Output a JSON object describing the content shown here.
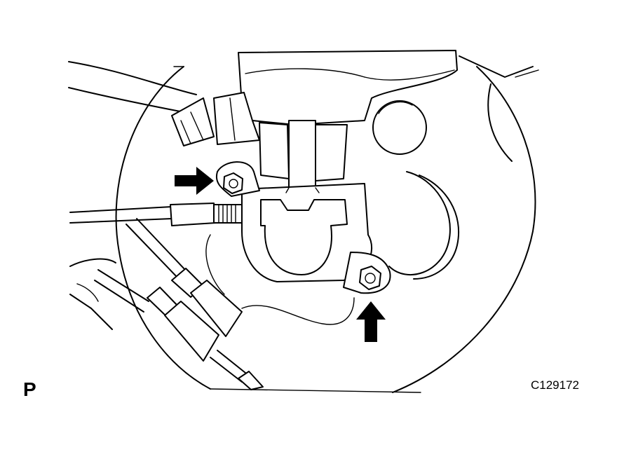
{
  "diagram": {
    "corner_mark": "P",
    "figure_code": "C129172",
    "arrow_count": 2,
    "colors": {
      "line": "#000000",
      "background": "#ffffff"
    }
  }
}
